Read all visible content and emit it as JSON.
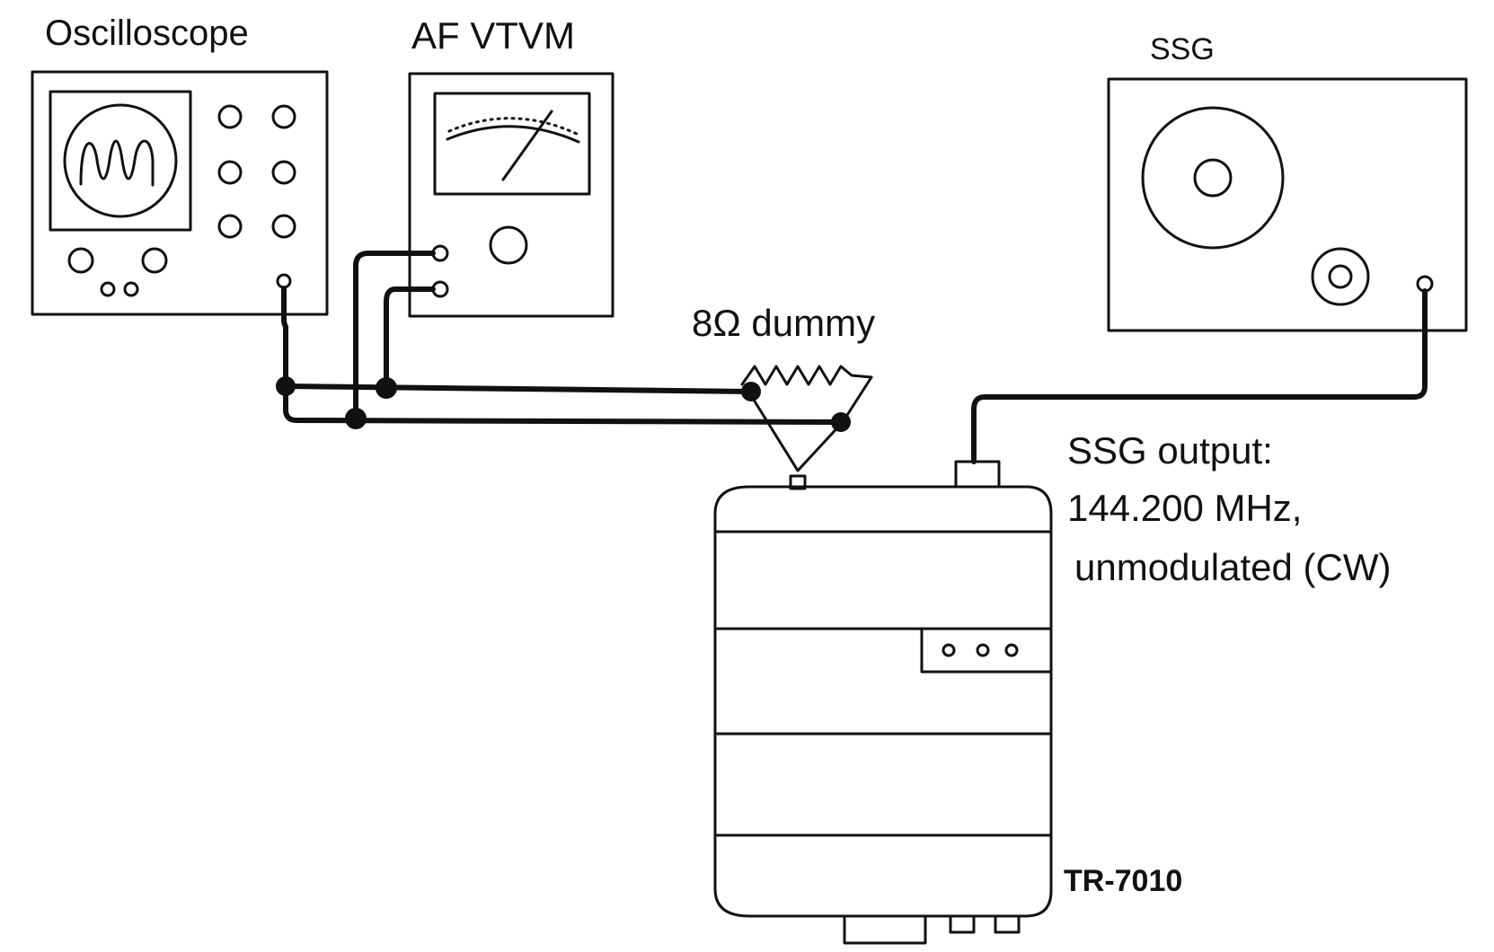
{
  "labels": {
    "oscilloscope": "Oscilloscope",
    "vtvm": "AF VTVM",
    "ssg": "SSG",
    "dummy": "8Ω dummy",
    "ssg_output_line1": "SSG output:",
    "ssg_output_line2": "144.200 MHz,",
    "ssg_output_line3": "unmodulated (CW)",
    "radio": "TR-7010"
  }
}
